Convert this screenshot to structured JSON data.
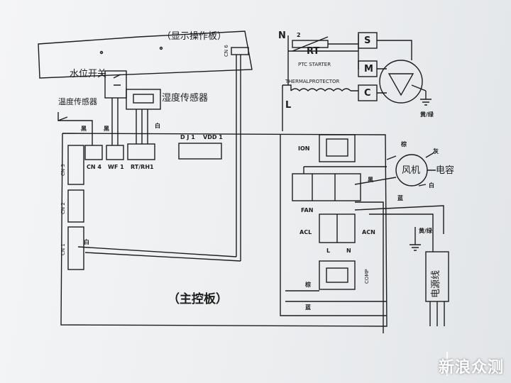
{
  "display_board": {
    "title": "（显示操作板）",
    "connector": "CN 6"
  },
  "main_board": {
    "title": "（主控板）"
  },
  "sensors": {
    "water_switch": "水位开关",
    "humidity": "湿度传感器",
    "temperature": "温度传感器"
  },
  "connectors": {
    "cn4": "CN 4",
    "wf1": "WF 1",
    "rtrh1": "RT/RH1",
    "dj1": "D J 1",
    "vdd1": "VDD 1",
    "cn3": "CN 3",
    "cn2": "CN 2",
    "cn1": "CN 1"
  },
  "wire_colors": {
    "black1": "黑",
    "black2": "黑",
    "white_rt": "白",
    "white_cn1": "白",
    "fan_brown": "棕",
    "fan_gray": "灰",
    "fan_black": "黑",
    "fan_white": "白",
    "blue_acn": "蓝",
    "blue_bottom": "蓝",
    "comp_brown": "棕",
    "ground": "黄/绿",
    "ground_right": "黄/绿"
  },
  "relays": {
    "ion": "ION",
    "fan": "FAN",
    "acl": "ACL",
    "acn": "ACN",
    "l": "L",
    "n": "N",
    "comp": "COMP"
  },
  "compressor": {
    "n": "N",
    "two": "2",
    "rt": "RT",
    "ptc": "PTC STARTER",
    "thermal": "THERMALPROTECTOR",
    "l": "L",
    "s": "S",
    "m": "M",
    "c": "C"
  },
  "fan_motor": {
    "motor": "风机",
    "capacitor": "电容"
  },
  "power_cord": "电源线",
  "watermark": "新浪众测",
  "colors": {
    "line": "#1d1d1d",
    "paper": "#eef0f2",
    "watermark": "#ffffff"
  }
}
